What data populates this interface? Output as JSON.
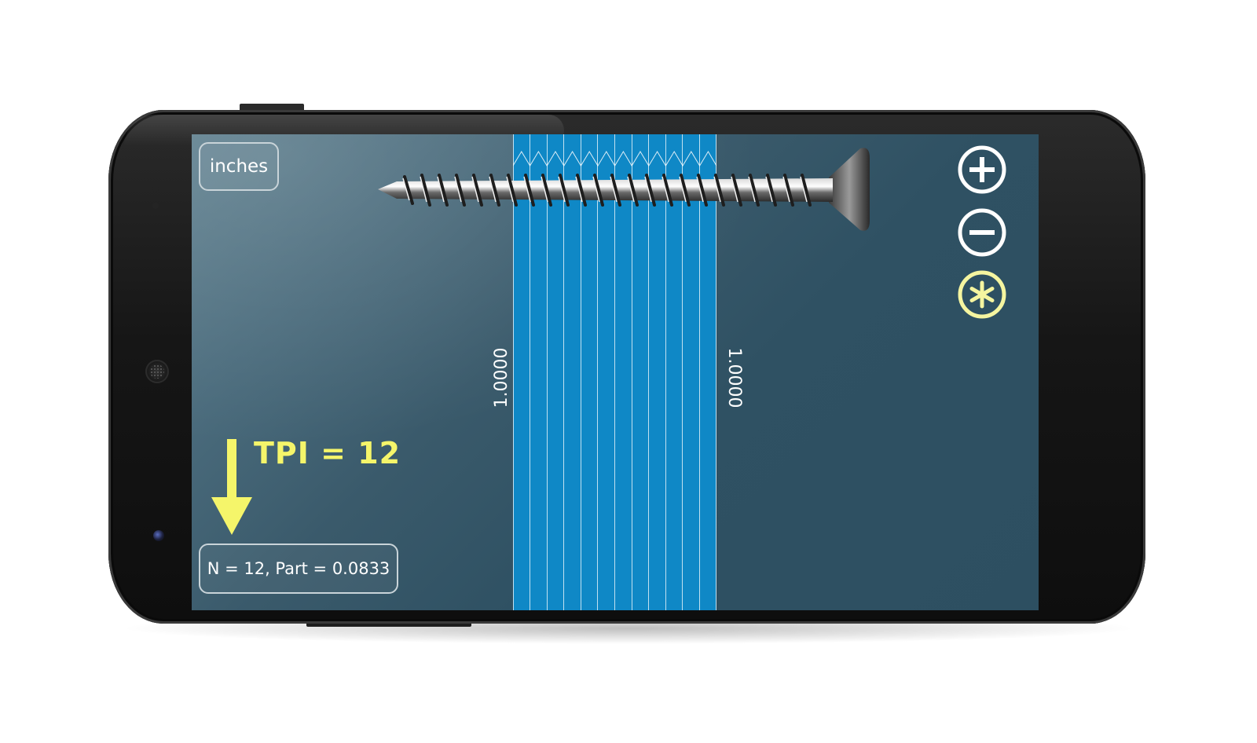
{
  "unit_button": {
    "label": "inches"
  },
  "measure": {
    "left_value": "1.0000",
    "right_value": "1.0000"
  },
  "controls": {
    "zoom_in_icon": "plus-circle-icon",
    "zoom_out_icon": "minus-circle-icon",
    "settings_icon": "asterisk-circle-icon"
  },
  "result": {
    "tpi_label": "TPI = 12",
    "status": "N = 12, Part = 0.0833"
  },
  "colors": {
    "band": "#0f88c6",
    "accent_yellow": "#f5f56a",
    "screen_bg": "#2f5163"
  }
}
